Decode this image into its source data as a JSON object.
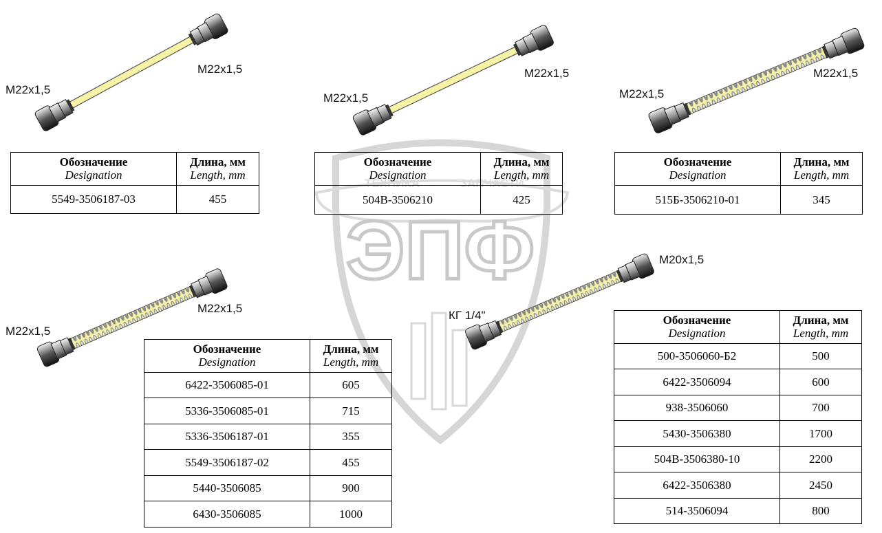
{
  "colors": {
    "hose_fill": "#f6f3a6",
    "steel": "#9a9a9a",
    "nut": "#555555",
    "watermark": "#cfcfcf"
  },
  "hoses": [
    {
      "thread_a": "M22x1,5",
      "thread_b": "M22x1,5"
    },
    {
      "thread_a": "M22x1,5",
      "thread_b": "M22x1,5"
    },
    {
      "thread_a": "M22x1,5",
      "thread_b": "M22x1,5"
    },
    {
      "thread_a": "M22x1,5",
      "thread_b": "M22x1,5"
    },
    {
      "thread_a": "КГ 1/4\"",
      "thread_b": "M20x1,5"
    }
  ],
  "header": {
    "designation_ru": "Обозначение",
    "designation_en": "Designation",
    "length_ru": "Длина, мм",
    "length_en": "Length, mm"
  },
  "tables": [
    {
      "rows": [
        {
          "designation": "5549-3506187-03",
          "length": "455"
        }
      ]
    },
    {
      "rows": [
        {
          "designation": "504B-3506210",
          "length": "425"
        }
      ]
    },
    {
      "rows": [
        {
          "designation": "515Б-3506210-01",
          "length": "345"
        }
      ]
    },
    {
      "rows": [
        {
          "designation": "6422-3506085-01",
          "length": "605"
        },
        {
          "designation": "5336-3506085-01",
          "length": "715"
        },
        {
          "designation": "5336-3506187-01",
          "length": "355"
        },
        {
          "designation": "5549-3506187-02",
          "length": "455"
        },
        {
          "designation": "5440-3506085",
          "length": "900"
        },
        {
          "designation": "6430-3506085",
          "length": "1000"
        }
      ]
    },
    {
      "rows": [
        {
          "designation": "500-3506060-Б2",
          "length": "500"
        },
        {
          "designation": "6422-3506094",
          "length": "600"
        },
        {
          "designation": "938-3506060",
          "length": "700"
        },
        {
          "designation": "5430-3506380",
          "length": "1700"
        },
        {
          "designation": "504B-3506380-10",
          "length": "2200"
        },
        {
          "designation": "6422-3506380",
          "length": "2450"
        },
        {
          "designation": "514-3506094",
          "length": "800"
        }
      ]
    }
  ],
  "watermark": {
    "logo_text": "ЭПФ",
    "caption_left": "ТЕХНИКА",
    "caption_right": "ЗАПЧАСТИ"
  }
}
